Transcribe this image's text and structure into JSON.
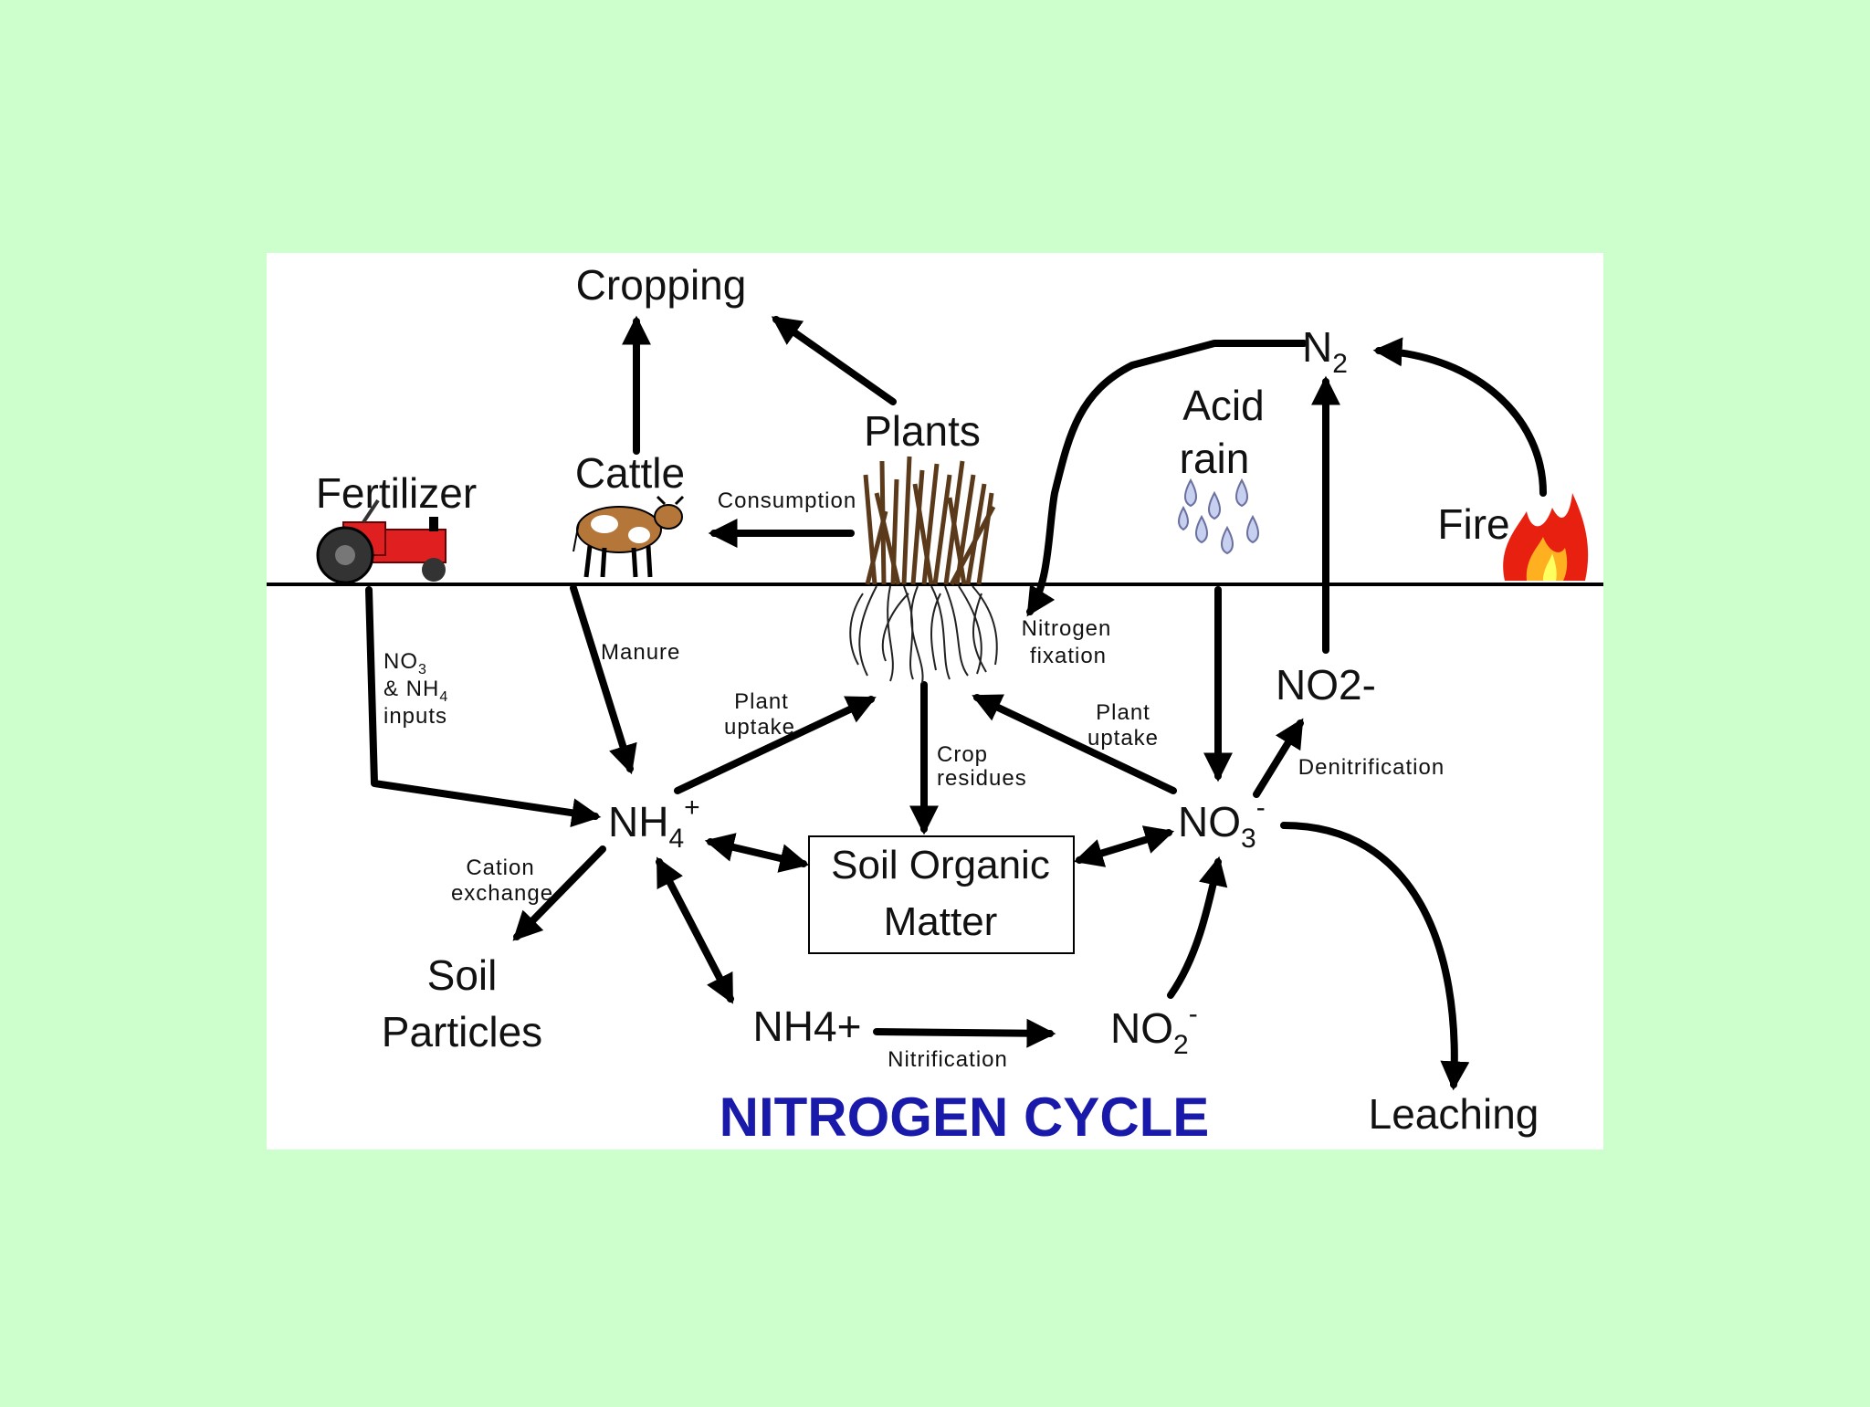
{
  "title": "NITROGEN CYCLE",
  "colors": {
    "page_background": "#ccffcc",
    "panel": "#ffffff",
    "title": "#1a1aaa",
    "arrows": "#000000"
  },
  "nodes": {
    "cropping": "Cropping",
    "n2_base": "N",
    "n2_sub": "2",
    "plants": "Plants",
    "acid": "Acid",
    "rain": "rain",
    "cattle": "Cattle",
    "fertilizer": "Fertilizer",
    "fire": "Fire",
    "no2_minus": "NO2-",
    "nh4_base": "NH",
    "nh4_sub": "4",
    "nh4_sup": "+",
    "no3_base": "NO",
    "no3_sub": "3",
    "no3_sup": "-",
    "som_line1": "Soil Organic",
    "som_line2": "Matter",
    "soil": "Soil",
    "particles": "Particles",
    "nh4plus": "NH4+",
    "no2_base": "NO",
    "no2_sub": "2",
    "no2_sup": "-",
    "leaching": "Leaching"
  },
  "processes": {
    "consumption": "Consumption",
    "manure": "Manure",
    "inputs_line1": "NO",
    "inputs_line1_sub": "3",
    "inputs_line2": "& NH",
    "inputs_line2_sub": "4",
    "inputs_line3": "inputs",
    "plant_uptake_1a": "Plant",
    "plant_uptake_1b": "uptake",
    "plant_uptake_2a": "Plant",
    "plant_uptake_2b": "uptake",
    "nitrogen_fixation_a": "Nitrogen",
    "nitrogen_fixation_b": "fixation",
    "crop_residues_a": "Crop",
    "crop_residues_b": "residues",
    "denitrification": "Denitrification",
    "cation_exchange_a": "Cation",
    "cation_exchange_b": "exchange",
    "nitrification": "Nitrification"
  }
}
